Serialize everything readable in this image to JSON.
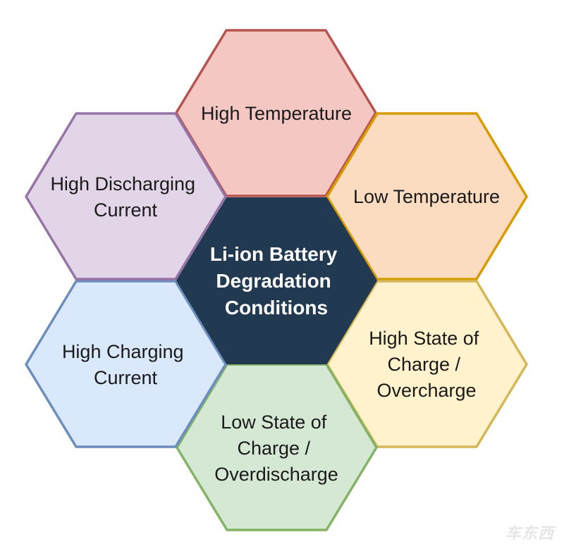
{
  "diagram": {
    "center": {
      "lines": [
        "Li-ion Battery",
        "Degradation",
        "Conditions"
      ],
      "fill": "#213a51",
      "stroke": "#213a51"
    },
    "hexagons": [
      {
        "id": "high-temperature",
        "lines": [
          "High Temperature"
        ],
        "fill": "#f4c7c3",
        "stroke": "#b85450"
      },
      {
        "id": "low-temperature",
        "lines": [
          "Low Temperature"
        ],
        "fill": "#fcdcc0",
        "stroke": "#d79b00"
      },
      {
        "id": "high-state-of-charge",
        "lines": [
          "High State of",
          "Charge /",
          "Overcharge"
        ],
        "fill": "#fff2cc",
        "stroke": "#d6b656"
      },
      {
        "id": "low-state-of-charge",
        "lines": [
          "Low State of",
          "Charge /",
          "Overdischarge"
        ],
        "fill": "#d5e8d4",
        "stroke": "#82b366"
      },
      {
        "id": "high-charging-current",
        "lines": [
          "High Charging",
          "Current"
        ],
        "fill": "#dae8fc",
        "stroke": "#6c8ebf"
      },
      {
        "id": "high-discharging-current",
        "lines": [
          "High Discharging",
          "Current"
        ],
        "fill": "#e1d5e7",
        "stroke": "#9673a6"
      }
    ]
  },
  "watermark": {
    "text": "车东西"
  }
}
